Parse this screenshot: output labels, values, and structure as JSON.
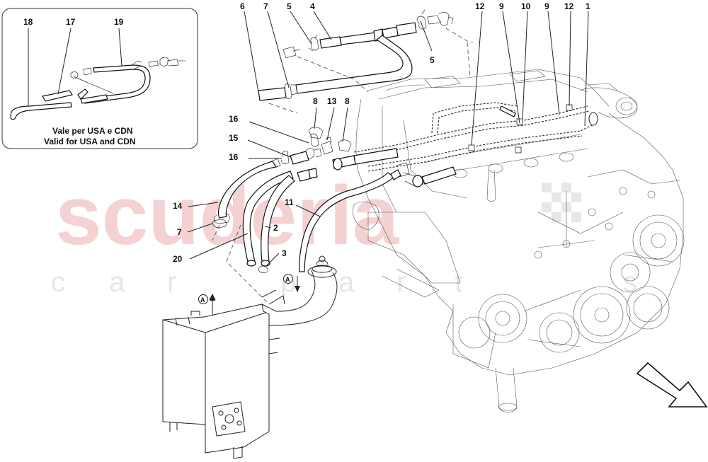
{
  "inset_note": {
    "line1": "Vale per USA e CDN",
    "line2": "Valid for USA and CDN"
  },
  "watermark": {
    "brand": "scuderia",
    "tagline_letters": [
      "c",
      "a",
      "r",
      "p",
      "a",
      "r",
      "t",
      "s"
    ]
  },
  "callouts": {
    "c1": "1",
    "c2": "2",
    "c3": "3",
    "c4": "4",
    "c5a": "5",
    "c5b": "5",
    "c6": "6",
    "c7a": "7",
    "c7b": "7",
    "c8a": "8",
    "c8b": "8",
    "c9a": "9",
    "c9b": "9",
    "c10": "10",
    "c11": "11",
    "c12a": "12",
    "c12b": "12",
    "c13": "13",
    "c14": "14",
    "c15": "15",
    "c16a": "16",
    "c16b": "16",
    "c17": "17",
    "c18": "18",
    "c19": "19",
    "c20": "20"
  },
  "ref_markers": {
    "a1": "A",
    "a2": "A"
  },
  "colors": {
    "watermark_red": "#f3c9cb",
    "line": "#222222"
  }
}
